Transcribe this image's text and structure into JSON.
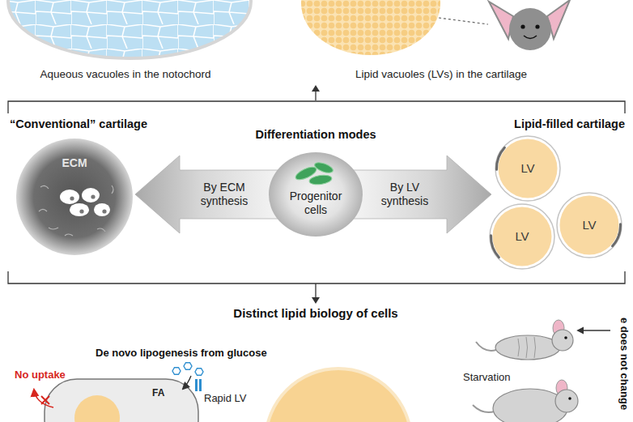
{
  "diagram": {
    "nodes": [
      {
        "text": [
          "ECM"
        ]
      },
      {
        "text": [
          "Progenitor cells"
        ]
      },
      {
        "text": [
          "LV"
        ]
      },
      {
        "text": [
          "LV"
        ]
      },
      {
        "text": [
          "LV"
        ]
      }
    ],
    "edges": [
      {
        "from": 1,
        "to": 0,
        "label": "By ECM synthesis",
        "arrow": "to"
      },
      {
        "from": 1,
        "to": 2,
        "label": "By LV synthesis",
        "arrow": "to"
      }
    ],
    "labels": [
      "Aqueous vacuoles in the notochord",
      "Lipid vacuoles (LVs) in the cartilage",
      "“Conventional” cartilage",
      "Lipid-filled cartilage",
      "Differentiation modes",
      "Distinct lipid biology of cells",
      "De novo lipogenesis from glucose",
      "No uptake",
      "FA",
      "Rapid LV",
      "Starvation",
      "e does not change"
    ]
  }
}
